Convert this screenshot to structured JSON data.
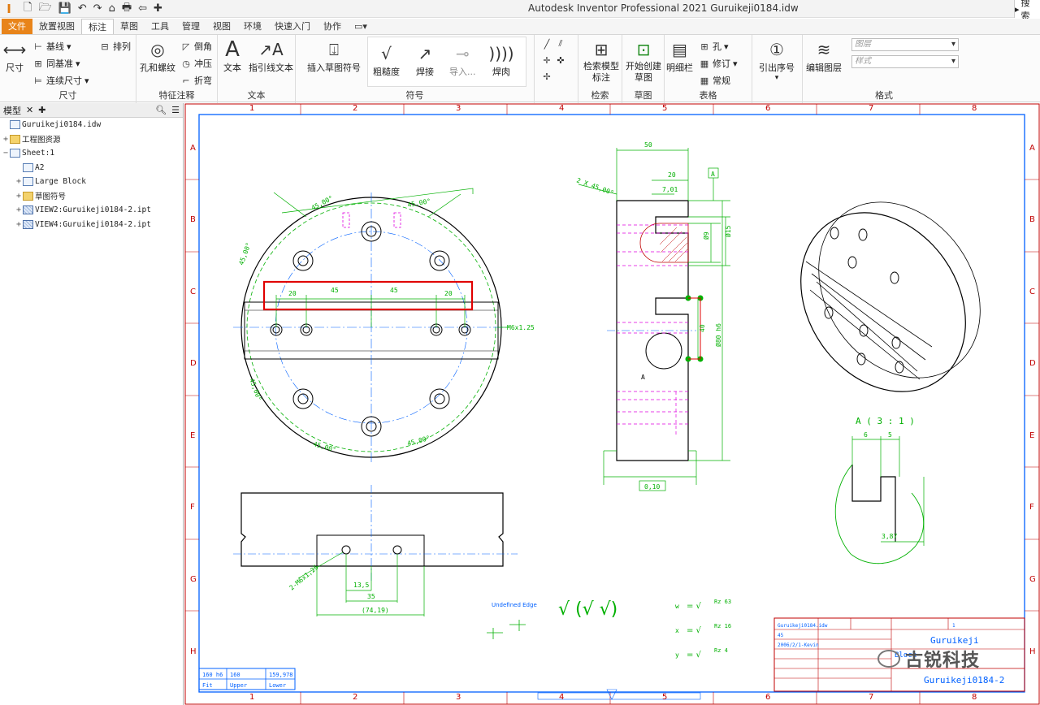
{
  "titlebar": {
    "title": "Autodesk Inventor Professional 2021   Guruikeji0184.idw",
    "search_label": "搜索"
  },
  "menu": {
    "tabs": [
      "文件",
      "放置视图",
      "标注",
      "草图",
      "工具",
      "管理",
      "视图",
      "环境",
      "快速入门",
      "协作"
    ]
  },
  "ribbon": {
    "dimension": {
      "title": "尺寸",
      "dim_label": "尺寸",
      "baseline": "基线",
      "ordinate": "同基准",
      "chain": "连续尺寸",
      "arrange": "排列"
    },
    "feature": {
      "title": "特征注释",
      "hole": "孔和螺纹",
      "chamfer": "倒角",
      "punch": "冲压",
      "bend": "折弯"
    },
    "text": {
      "title": "文本",
      "text": "文本",
      "leader": "指引线文本"
    },
    "symbol": {
      "title": "符号",
      "insert": "插入草图符号",
      "surface": "粗糙度",
      "weld": "焊接",
      "import": "导入...",
      "bead": "焊肉"
    },
    "retrieve": {
      "title": "检索",
      "model": "检索模型标注"
    },
    "sketch": {
      "title": "草图",
      "start": "开始创建草图"
    },
    "table": {
      "title": "表格",
      "parts": "明细栏",
      "hole": "孔",
      "revision": "修订",
      "general": "常规"
    },
    "balloon": {
      "label": "引出序号"
    },
    "format": {
      "title": "格式",
      "edit_layer": "编辑图层",
      "layer_placeholder": "图层",
      "style_placeholder": "样式"
    }
  },
  "browser": {
    "tab_label": "模型",
    "items": [
      {
        "label": "Guruikeji0184.idw",
        "indent": 0,
        "exp": ""
      },
      {
        "label": "工程图资源",
        "indent": 0,
        "exp": "+"
      },
      {
        "label": "Sheet:1",
        "indent": 0,
        "exp": "−"
      },
      {
        "label": "A2",
        "indent": 1,
        "exp": ""
      },
      {
        "label": "Large Block",
        "indent": 1,
        "exp": "+"
      },
      {
        "label": "草图符号",
        "indent": 1,
        "exp": "+"
      },
      {
        "label": "VIEW2:Guruikeji0184-2.ipt",
        "indent": 1,
        "exp": "+"
      },
      {
        "label": "VIEW4:Guruikeji0184-2.ipt",
        "indent": 1,
        "exp": "+"
      }
    ]
  },
  "sheet": {
    "col_numbers": [
      "1",
      "2",
      "3",
      "4",
      "5",
      "6",
      "7",
      "8"
    ],
    "row_letters": [
      "A",
      "B",
      "C",
      "D",
      "E",
      "F",
      "G",
      "H"
    ],
    "front_dims": [
      "20",
      "45",
      "45",
      "20"
    ],
    "front_notes": {
      "m6": "M6x1.25",
      "angle": "45,00°"
    },
    "side_dims": {
      "width": "50",
      "top": "20",
      "a": "7,01",
      "phi9": "Ø9",
      "phi15": "Ø15",
      "h40": "40",
      "dia": "Ø80 h6",
      "chamfer": "2 X 45,00°",
      "flatness": "0,10",
      "datum": "A",
      "label_a": "A"
    },
    "bottom_dims": {
      "d1": "13,5",
      "d2": "35",
      "d3": "(74,19)",
      "thread": "2-M6x1,25"
    },
    "detail": {
      "title": "A  ( 3 : 1 )",
      "d1": "6",
      "d2": "5",
      "d3": "3,87"
    },
    "undefined_edge": "Undefined Edge",
    "roughness": [
      {
        "sym": "w",
        "val": "Rz 63"
      },
      {
        "sym": "x",
        "val": "Rz 16"
      },
      {
        "sym": "y",
        "val": "Rz 4"
      }
    ],
    "fit_table": {
      "c1": "160 h6",
      "c2": "160",
      "c3": "159,978",
      "f1": "Fit",
      "f2": "Upper",
      "f3": "Lower"
    },
    "title_block": {
      "company": "Guruikeji",
      "file": "Guruikeji0184.idw",
      "date": "2006/2/1-Kevin",
      "part": "Guruikeji0184-2",
      "material": "45",
      "sheet": "1",
      "block": "Block"
    }
  },
  "watermark": "古锐科技",
  "colors": {
    "dim": "#00b000",
    "red": "#e00000",
    "magenta": "#e000e0",
    "blue": "#0060ff",
    "file_tab": "#e8841a"
  }
}
